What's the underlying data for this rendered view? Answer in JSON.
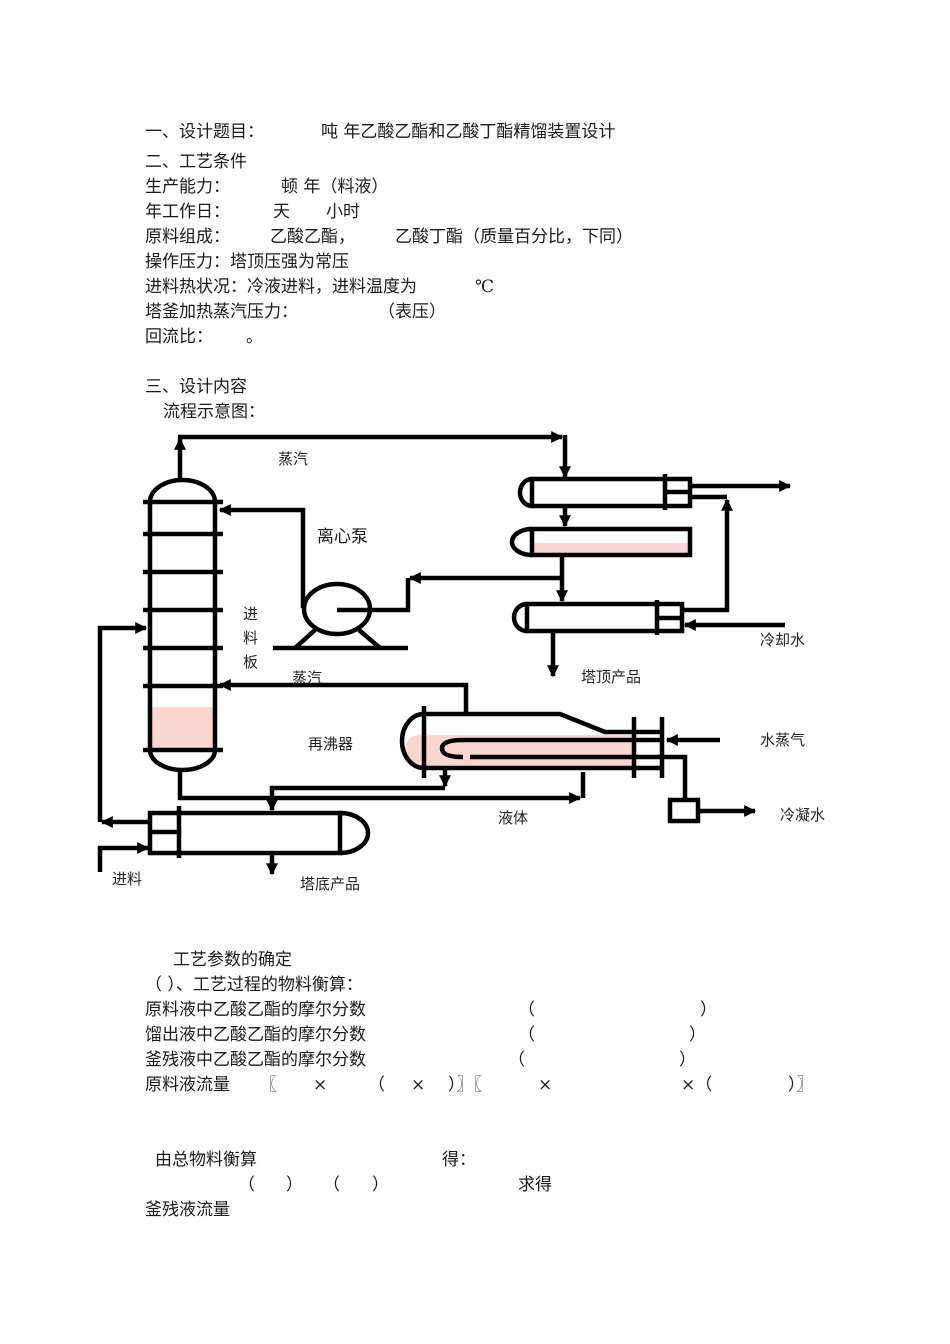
{
  "design_title": {
    "label": "一、设计题目：",
    "value": "吨 年乙酸乙酯和乙酸丁酯精馏装置设计"
  },
  "process_conditions": {
    "heading": "二、工艺条件",
    "capacity": {
      "label": "生产能力：",
      "value": "顿 年（料液）"
    },
    "work_days": {
      "label": "年工作日：",
      "days_unit": "天",
      "hours_unit": "小时"
    },
    "feed_composition": {
      "label": "原料组成：",
      "component1": "乙酸乙酯，",
      "component2": "乙酸丁酯（质量百分比，下同）"
    },
    "operating_pressure": {
      "text": "操作压力：塔顶压强为常压"
    },
    "feed_condition": {
      "text": "进料热状况：冷液进料，进料温度为",
      "unit": "℃"
    },
    "reboiler_steam": {
      "label": "塔釜加热蒸汽压力：",
      "note": "（表压）"
    },
    "reflux_ratio": {
      "label": "回流比：",
      "end": "。"
    }
  },
  "design_content": {
    "heading": "三、设计内容",
    "diagram_caption": "流程示意图："
  },
  "diagram": {
    "labels": {
      "vapor_top": "蒸汽",
      "pump": "离心泵",
      "feed_plate": [
        "进",
        "料",
        "板"
      ],
      "vapor_reboiler": "蒸汽",
      "reboiler": "再沸器",
      "top_product": "塔顶产品",
      "cooling_water": "冷却水",
      "steam": "水蒸气",
      "liquid": "液体",
      "condensate": "冷凝水",
      "feed": "进料",
      "bottom_product": "塔底产品"
    }
  },
  "parameters": {
    "heading": "工艺参数的确定",
    "material_balance_heading": "（ ）、工艺过程的物料衡算：",
    "feed_mole_fraction": {
      "label": "原料液中乙酸乙酯的摩尔分数",
      "open": "（",
      "close": "）"
    },
    "distillate_mole_fraction": {
      "label": "馏出液中乙酸乙酯的摩尔分数",
      "open": "（",
      "close": "）"
    },
    "residue_mole_fraction": {
      "label": "釜残液中乙酸乙酯的摩尔分数",
      "open": "（",
      "close": "）"
    },
    "feed_flow": {
      "label": "原料液流量",
      "parts": [
        "〖",
        "×",
        "（",
        "×",
        "）〗〖",
        "×",
        "×（",
        "）〗"
      ]
    },
    "overall_balance": {
      "label": "由总物料衡算",
      "result": "得："
    },
    "equation_line": {
      "parts": [
        "（",
        "）",
        "（",
        "）"
      ],
      "solve": "求得"
    },
    "residue_flow": {
      "label": "釜残液流量"
    }
  }
}
